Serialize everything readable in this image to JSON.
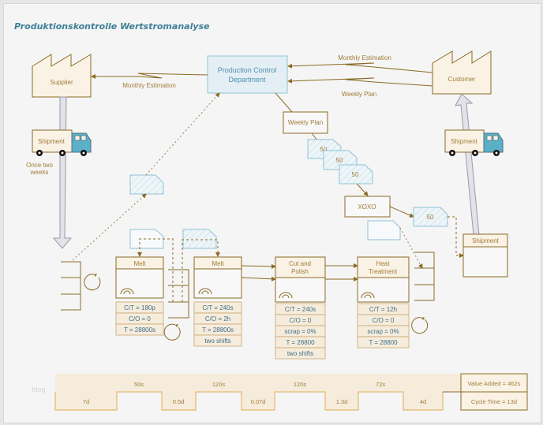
{
  "title": "Produktionskontrolle Wertstromanalyse",
  "nodes": {
    "supplier": "Supplier",
    "customer": "Customer",
    "control_line1": "Production Control",
    "control_line2": "Department",
    "weekly_plan_box": "Weekly Plan",
    "xoxo": "XOXO",
    "shipment_box": "Shipment"
  },
  "flows": {
    "supplier_info": "Monthly Estimation",
    "customer_monthly": "Monthly Estimation",
    "customer_weekly": "Weekly Plan",
    "supplier_frequency_line1": "Once two",
    "supplier_frequency_line2": "weeks"
  },
  "trucks": {
    "left": "Shipment",
    "right": "Shipment"
  },
  "kanbans": {
    "stack": [
      "50",
      "50",
      "50"
    ],
    "withdrawal": "50"
  },
  "processes": [
    {
      "name_line1": "Melt",
      "name_line2": "",
      "data": [
        "C/T = 180p",
        "C/O = 0",
        "T = 28800s"
      ]
    },
    {
      "name_line1": "Melt",
      "name_line2": "",
      "data": [
        "C/T = 240s",
        "C/O = 2h",
        "T = 28800s",
        "two shifts"
      ]
    },
    {
      "name_line1": "Cut and",
      "name_line2": "Polish",
      "data": [
        "C/T = 240s",
        "C/O = 0",
        "scrap = 0%",
        "T = 28800",
        "two shifts"
      ]
    },
    {
      "name_line1": "Heat",
      "name_line2": "Treatment",
      "data": [
        "C/T = 12h",
        "C/O = 0",
        "scrap = 0%",
        "T = 28800"
      ]
    }
  ],
  "timeline": {
    "watermark": "blog",
    "process_times": [
      "50s",
      "120s",
      "120s",
      "72s"
    ],
    "wait_times": [
      "7d",
      "0.5d",
      "0.07d",
      "1.3d",
      "4d"
    ],
    "value_added": "Value Added = 462s",
    "cycle_time": "Cycle Time = 13d"
  },
  "colors": {
    "title": "#3e7f96",
    "line": "#8b6a25",
    "box_fill": "#faf2e4",
    "kanban_stroke": "#8ec3d8",
    "truck_cab": "#5bb0c8"
  }
}
